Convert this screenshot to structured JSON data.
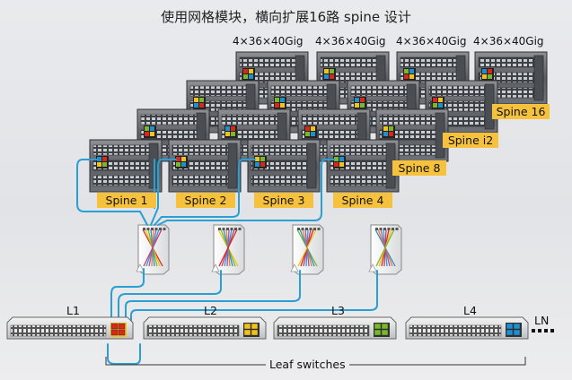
{
  "title": "使用网格模块，横向扩展16路 spine 设计",
  "capacity_labels": [
    "4×36×40Gig",
    "4×36×40Gig",
    "4×36×40Gig",
    "4×36×40Gig"
  ],
  "spines": [
    {
      "label": "Spine 1"
    },
    {
      "label": "Spine 2"
    },
    {
      "label": "Spine 3"
    },
    {
      "label": "Spine 4"
    },
    {
      "label": "Spine 8"
    },
    {
      "label": "Spine i2"
    },
    {
      "label": "Spine 16"
    }
  ],
  "leaves": [
    {
      "label": "L1"
    },
    {
      "label": "L2"
    },
    {
      "label": "L3"
    },
    {
      "label": "L4"
    }
  ],
  "ln_label": "LN",
  "group_label": "Leaf switches",
  "colors": {
    "spine_label_bg": "#f6c23d",
    "cable": "#2a9fd6",
    "module_red": "#d9271c",
    "module_yellow": "#f2c21b",
    "module_green": "#7bb72b",
    "module_blue": "#1f8fd0"
  }
}
